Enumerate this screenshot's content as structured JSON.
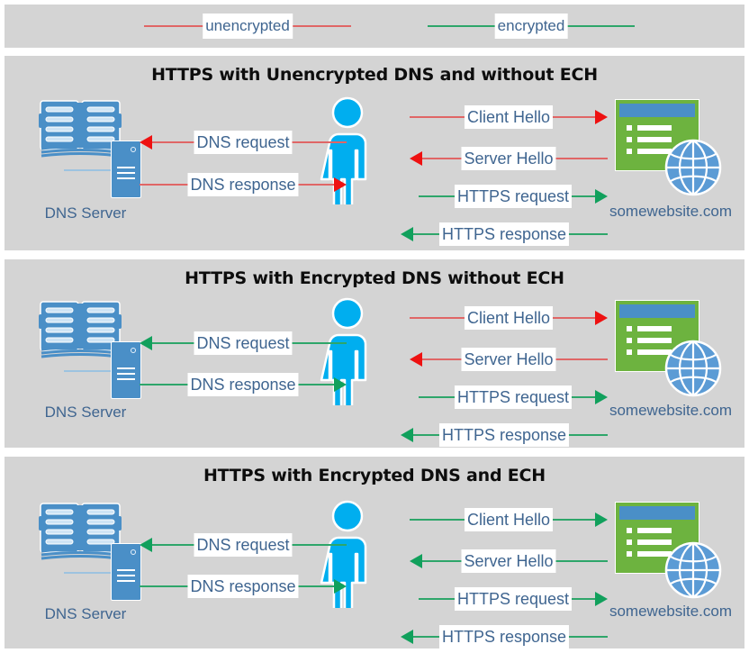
{
  "legend": {
    "items": [
      {
        "label": "unencrypted",
        "color": "#e06666"
      },
      {
        "label": "encrypted",
        "color": "#2ea66a"
      }
    ]
  },
  "colors": {
    "panel_background": "#d4d4d4",
    "page_background": "#ffffff",
    "unencrypted": "#e06666",
    "unencrypted_head": "#ee1111",
    "encrypted": "#2ea66a",
    "encrypted_head": "#11a05c",
    "label_text": "#3f6590",
    "title_text": "#0d0d0d",
    "person": "#00aeef",
    "server_blue": "#4a8fc7",
    "browser_green": "#6db33f"
  },
  "actors": {
    "dns_server_label": "DNS Server",
    "website_label": "somewebsite.com",
    "icons": {
      "dns": "dns-server-icon",
      "user": "user-person-icon",
      "website": "website-browser-globe-icon"
    }
  },
  "panels": [
    {
      "title": "HTTPS with Unencrypted DNS and without ECH",
      "left_flows": [
        {
          "label": "DNS request",
          "direction": "left",
          "encrypted": false
        },
        {
          "label": "DNS response",
          "direction": "right",
          "encrypted": false
        }
      ],
      "right_flows": [
        {
          "label": "Client Hello",
          "direction": "right",
          "encrypted": false
        },
        {
          "label": "Server Hello",
          "direction": "left",
          "encrypted": false
        },
        {
          "label": "HTTPS request",
          "direction": "right",
          "encrypted": true
        },
        {
          "label": "HTTPS response",
          "direction": "left",
          "encrypted": true
        }
      ]
    },
    {
      "title": "HTTPS with Encrypted DNS without ECH",
      "left_flows": [
        {
          "label": "DNS request",
          "direction": "left",
          "encrypted": true
        },
        {
          "label": "DNS response",
          "direction": "right",
          "encrypted": true
        }
      ],
      "right_flows": [
        {
          "label": "Client Hello",
          "direction": "right",
          "encrypted": false
        },
        {
          "label": "Server Hello",
          "direction": "left",
          "encrypted": false
        },
        {
          "label": "HTTPS request",
          "direction": "right",
          "encrypted": true
        },
        {
          "label": "HTTPS response",
          "direction": "left",
          "encrypted": true
        }
      ]
    },
    {
      "title": "HTTPS with Encrypted DNS and ECH",
      "left_flows": [
        {
          "label": "DNS request",
          "direction": "left",
          "encrypted": true
        },
        {
          "label": "DNS response",
          "direction": "right",
          "encrypted": true
        }
      ],
      "right_flows": [
        {
          "label": "Client Hello",
          "direction": "right",
          "encrypted": true
        },
        {
          "label": "Server Hello",
          "direction": "left",
          "encrypted": true
        },
        {
          "label": "HTTPS request",
          "direction": "right",
          "encrypted": true
        },
        {
          "label": "HTTPS response",
          "direction": "left",
          "encrypted": true
        }
      ]
    }
  ]
}
